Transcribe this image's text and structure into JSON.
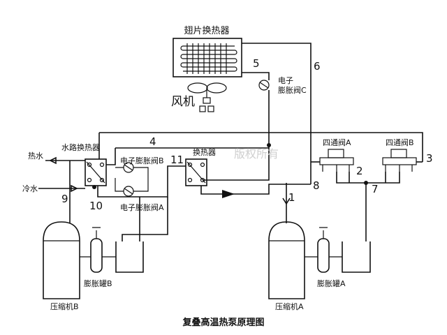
{
  "title": "复叠高温热泵原理图",
  "components": {
    "finned_exchanger": "翅片换热器",
    "fan": "风机",
    "exv_c_line1": "电子",
    "exv_c_line2": "膨胀阀C",
    "water_exchanger": "水路换热器",
    "hot_water": "热水",
    "cold_water": "冷水",
    "exv_b": "电子膨胀阀B",
    "exv_a": "电子膨胀阀A",
    "exchanger": "换热器",
    "four_way_a": "四通阀A",
    "four_way_b": "四通阀B",
    "compressor_b": "压缩机B",
    "compressor_a": "压缩机A",
    "tank_b": "膨胀罐B",
    "tank_a": "膨胀罐A"
  },
  "pipe_numbers": [
    "1",
    "2",
    "3",
    "4",
    "5",
    "6",
    "7",
    "8",
    "9",
    "10",
    "11"
  ],
  "watermark": "版权所有"
}
